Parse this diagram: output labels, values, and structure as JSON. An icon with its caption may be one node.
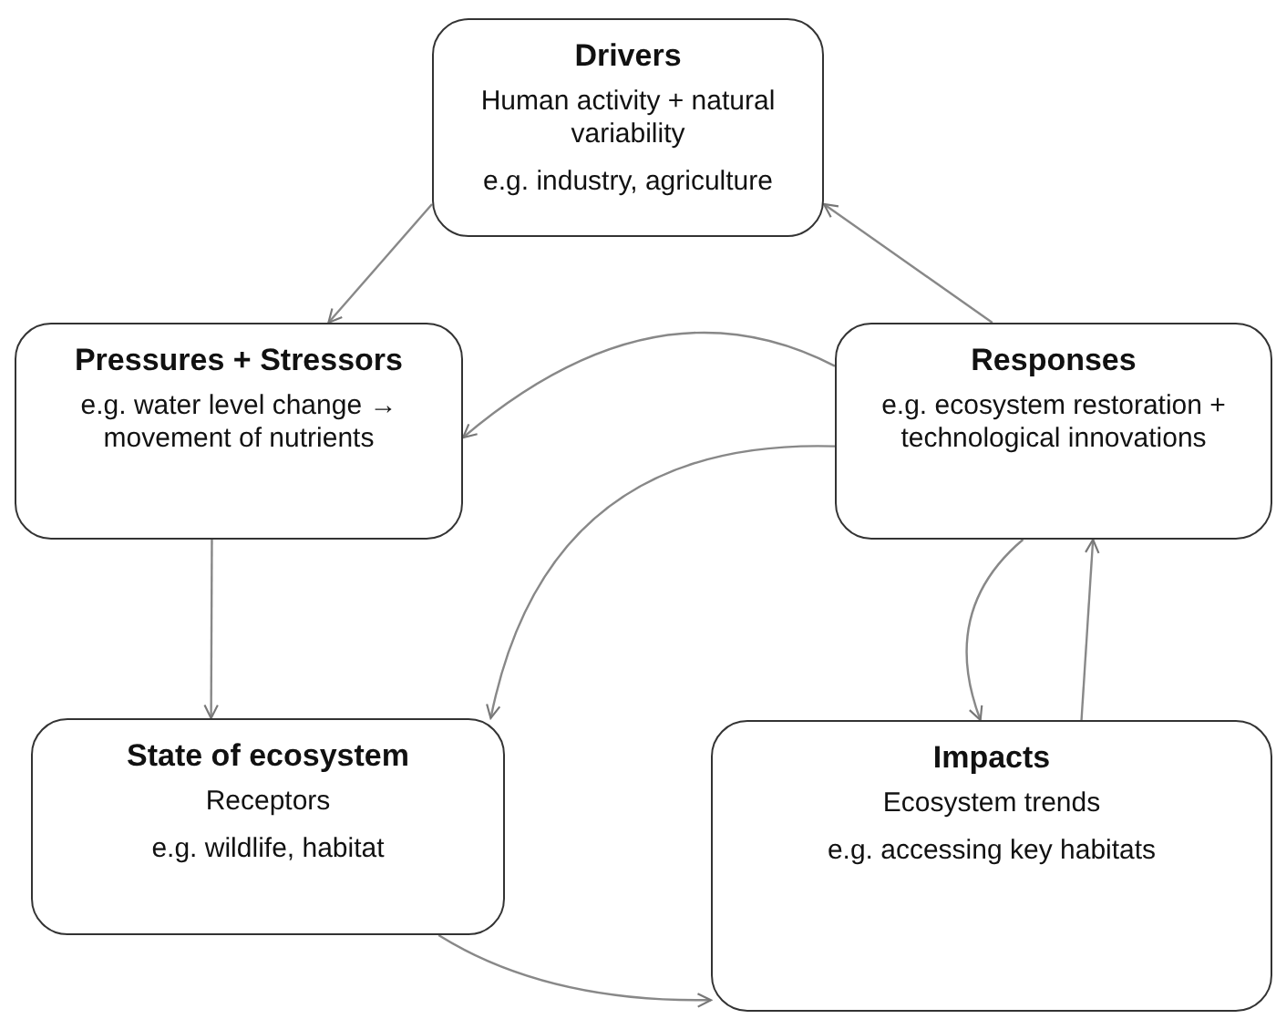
{
  "diagram": {
    "nodes": [
      {
        "text": [
          "Drivers",
          "Human activity + natural variability",
          "e.g. industry, agriculture"
        ]
      },
      {
        "text": [
          "Pressures + Stressors",
          "e.g. water level change → movement of nutrients"
        ]
      },
      {
        "text": [
          "Responses",
          "e.g. ecosystem restoration + technological innovations"
        ]
      },
      {
        "text": [
          "State of ecosystem",
          "Receptors",
          "e.g. wildlife, habitat"
        ]
      },
      {
        "text": [
          "Impacts",
          "Ecosystem trends",
          "e.g. accessing key habitats"
        ]
      }
    ],
    "edges": [
      {
        "from": 0,
        "to": 1,
        "arrow": "to"
      },
      {
        "from": 2,
        "to": 0,
        "arrow": "to"
      },
      {
        "from": 2,
        "to": 1,
        "arrow": "to"
      },
      {
        "from": 2,
        "to": 3,
        "arrow": "to"
      },
      {
        "from": 2,
        "to": 4,
        "arrow": "to"
      },
      {
        "from": 4,
        "to": 2,
        "arrow": "to"
      },
      {
        "from": 1,
        "to": 3,
        "arrow": "to"
      },
      {
        "from": 3,
        "to": 4,
        "arrow": "to"
      }
    ]
  }
}
